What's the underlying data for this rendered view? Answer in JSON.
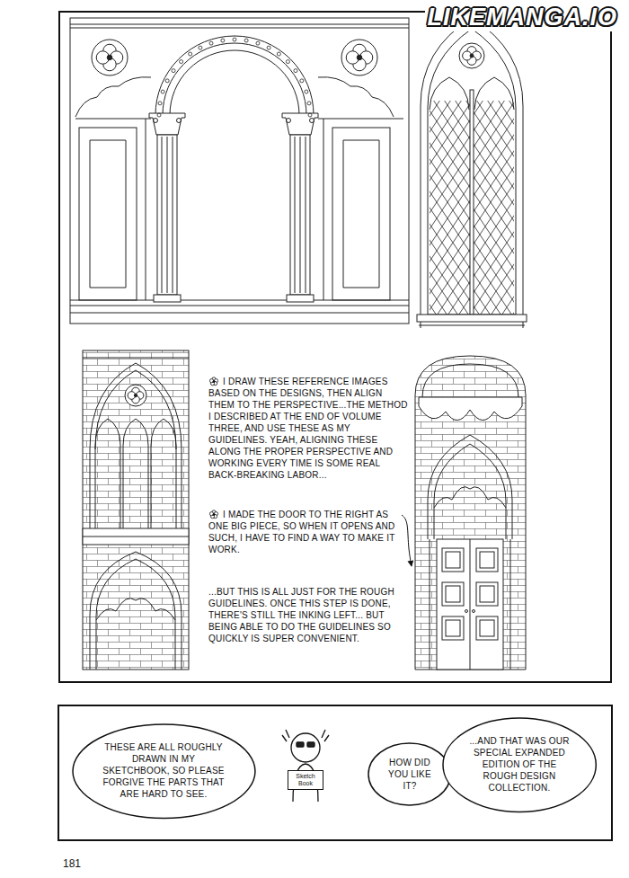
{
  "diagram": {
    "nodes": [
      {
        "text": [
          "I DRAW THESE REFERENCE IMAGES BASED ON THE DESIGNS, THEN ALIGN THEM TO THE PERSPECTIVE...THE METHOD I DESCRIBED AT THE END OF VOLUME THREE, AND USE THESE AS MY GUIDELINES. YEAH, ALIGNING THESE ALONG THE PROPER PERSPECTIVE AND WORKING EVERY TIME IS SOME REAL BACK-BREAKING LABOR...",
          "I MADE THE DOOR TO THE RIGHT AS ONE BIG PIECE, SO WHEN IT OPENS AND SUCH, I HAVE TO FIND A WAY TO MAKE IT WORK.",
          "...BUT THIS IS ALL JUST FOR THE ROUGH GUIDELINES. ONCE THIS STEP IS DONE, THERE'S STILL THE INKING LEFT... BUT BEING ABLE TO DO THE GUIDELINES SO QUICKLY IS SUPER CONVENIENT."
        ]
      },
      {
        "text": [
          "...AND THAT WAS OUR SPECIAL EXPANDED EDITION OF THE ROUGH DESIGN COLLECTION."
        ]
      },
      {
        "text": [
          "HOW DID YOU LIKE IT?"
        ]
      },
      {
        "text": [
          "THESE ARE ALL ROUGHLY DRAWN IN MY SKETCHBOOK, SO PLEASE FORGIVE THE PARTS THAT ARE HARD TO SEE."
        ]
      },
      {
        "text": [
          "Sketch Book"
        ]
      }
    ],
    "labels": [
      "LIKEMANGA.IO",
      "181"
    ]
  }
}
